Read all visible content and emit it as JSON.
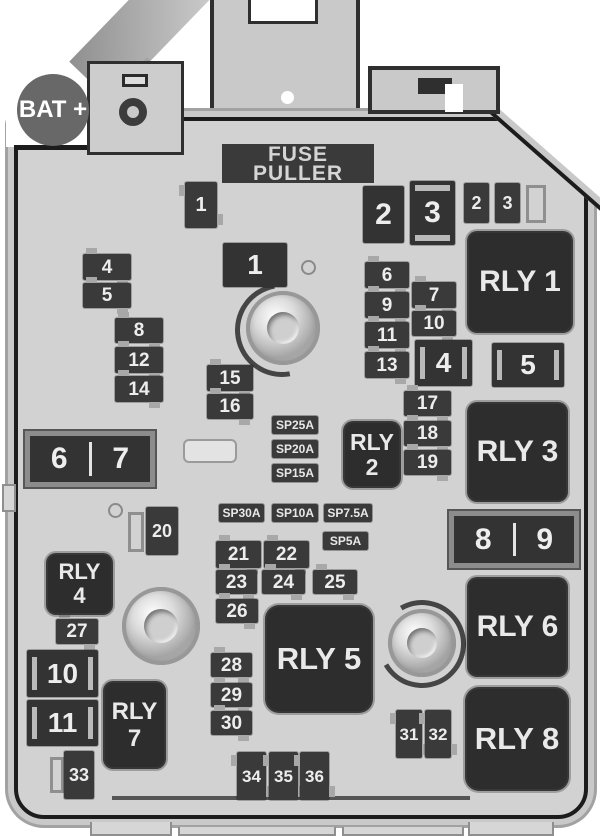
{
  "diagram": {
    "battery_label": "BAT +",
    "fuse_puller_line1": "FUSE",
    "fuse_puller_line2": "PULLER"
  },
  "relays": {
    "r1": "RLY 1",
    "r3": "RLY 3",
    "r5": "RLY 5",
    "r6": "RLY 6",
    "r8": "RLY 8",
    "r2a": "RLY",
    "r2b": "2",
    "r4a": "RLY",
    "r4b": "4",
    "r7a": "RLY",
    "r7b": "7"
  },
  "dual_fuses": {
    "d67_left": "6",
    "d67_right": "7",
    "d89_left": "8",
    "d89_right": "9"
  },
  "fuses": {
    "top1": "1",
    "big2": "2",
    "big3": "3",
    "small2": "2",
    "small3": "3",
    "big1": "1",
    "f4": "4",
    "f5": "5",
    "f8": "8",
    "f12": "12",
    "f14": "14",
    "f15": "15",
    "f16": "16",
    "m6": "6",
    "m7": "7",
    "m9": "9",
    "m10": "10",
    "m11": "11",
    "m13": "13",
    "big4": "4",
    "big5": "5",
    "f17": "17",
    "f18": "18",
    "f19": "19",
    "f20": "20",
    "f21": "21",
    "f22": "22",
    "f23": "23",
    "f24": "24",
    "f25": "25",
    "f26": "26",
    "f27": "27",
    "big10": "10",
    "big11": "11",
    "f28": "28",
    "f29": "29",
    "f30": "30",
    "f31": "31",
    "f32": "32",
    "f33": "33",
    "f34": "34",
    "f35": "35",
    "f36": "36"
  },
  "spare_fuses": {
    "sp25": "SP25A",
    "sp20": "SP20A",
    "sp15": "SP15A",
    "sp30": "SP30A",
    "sp10": "SP10A",
    "sp7_5": "SP7.5A",
    "sp5": "SP5A"
  },
  "colors": {
    "panel": "#d2d2d2",
    "relay": "#2d2d2d",
    "fuse": "#3a3a3a",
    "battery_circle": "#686868",
    "outline": "#1c1c1c",
    "label": "#ededed"
  }
}
